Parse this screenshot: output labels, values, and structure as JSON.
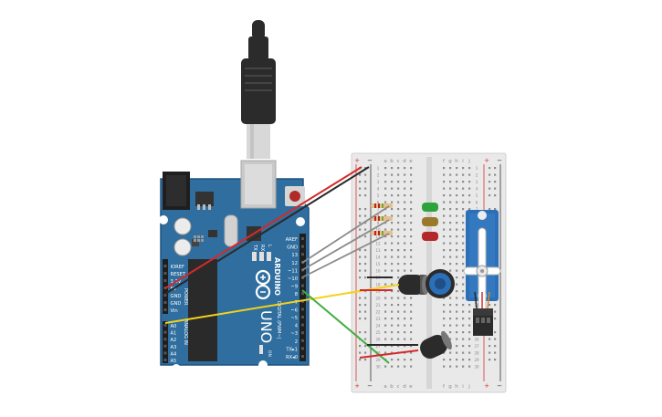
{
  "arduino": {
    "brand": "ARDUINO",
    "model": "UNO",
    "icsp": "ICSP",
    "leds": [
      "TX",
      "RX",
      "L"
    ],
    "on_label": "ON",
    "power_header": [
      "IOREF",
      "RESET",
      "3.3V",
      "5V",
      "GND",
      "GND",
      "Vin"
    ],
    "power_title": "POWER",
    "analog_header": [
      "A0",
      "A1",
      "A2",
      "A3",
      "A4",
      "A5"
    ],
    "analog_title": "ANALOG IN",
    "digital_header": [
      "AREF",
      "GND",
      "13",
      "12",
      "~11",
      "~10",
      "~9",
      "8",
      "7",
      "~6",
      "~5",
      "4",
      "~3",
      "2",
      "TX▸1",
      "RX◂0"
    ],
    "digital_title": "DIGITAL (PWM~)"
  },
  "breadboard": {
    "top_cols_left": [
      "a",
      "b",
      "c",
      "d",
      "e"
    ],
    "top_cols_right": [
      "f",
      "g",
      "h",
      "i",
      "j"
    ],
    "rail_plus": "+",
    "rail_minus": "−",
    "row_numbers": [
      "1",
      "2",
      "3",
      "4",
      "5",
      "6",
      "7",
      "8",
      "9",
      "10",
      "11",
      "12",
      "13",
      "14",
      "15",
      "16",
      "17",
      "18",
      "19",
      "20",
      "21",
      "22",
      "23",
      "24",
      "25",
      "26",
      "27",
      "28",
      "29",
      "30"
    ]
  },
  "colors": {
    "board": "#2f6e9e",
    "board_edge": "#1f5480",
    "wire_red": "#d42a2a",
    "wire_black": "#2a2a2a",
    "wire_gray": "#8a8a8a",
    "wire_yellow": "#f2d21b",
    "wire_green": "#3fae3f",
    "led_green": "#2ea33a",
    "led_yellow": "#9a7a2a",
    "led_red": "#b3282a",
    "servo": "#2a6fb8"
  }
}
